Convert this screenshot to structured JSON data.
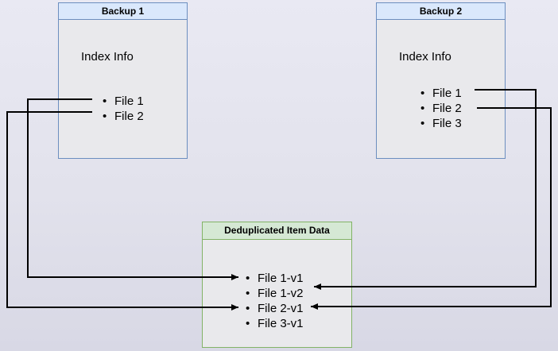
{
  "diagram": {
    "backup1": {
      "title": "Backup 1",
      "info_label": "Index Info",
      "files": [
        "File 1",
        "File 2"
      ]
    },
    "backup2": {
      "title": "Backup 2",
      "info_label": "Index Info",
      "files": [
        "File 1",
        "File 2",
        "File 3"
      ]
    },
    "dedup": {
      "title": "Deduplicated Item Data",
      "items": [
        "File 1-v1",
        "File 1-v2",
        "File 2-v1",
        "File 3-v1"
      ]
    },
    "connections": [
      {
        "from": "Backup 1 / File 1",
        "to": "File 1-v1"
      },
      {
        "from": "Backup 1 / File 2",
        "to": "File 2-v1"
      },
      {
        "from": "Backup 2 / File 1",
        "to": "File 1-v2"
      },
      {
        "from": "Backup 2 / File 2",
        "to": "File 2-v1"
      }
    ],
    "colors": {
      "backup_header_fill": "#dae8fc",
      "backup_border": "#6c8ebf",
      "dedup_header_fill": "#d5e8d4",
      "dedup_border": "#82b366",
      "box_body_fill": "#e9e9ec",
      "arrow": "#000000"
    }
  }
}
